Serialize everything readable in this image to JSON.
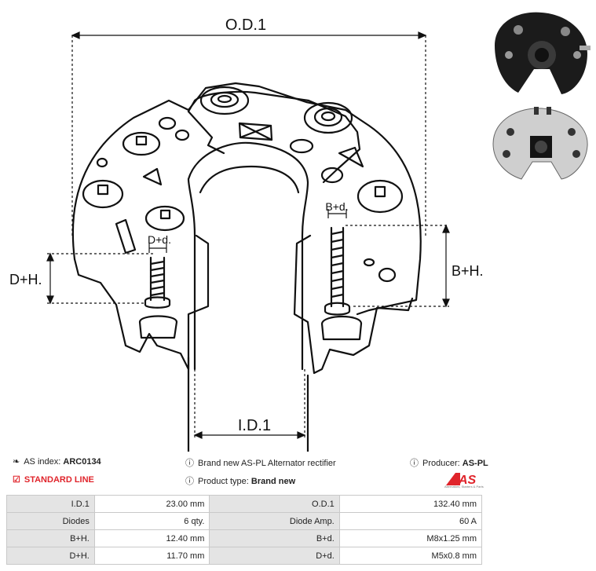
{
  "diagram": {
    "labels": {
      "od1": "O.D.1",
      "id1": "I.D.1",
      "bh": "B+H.",
      "dh": "D+H.",
      "bd": "B+d.",
      "dd": "D+d."
    }
  },
  "info": {
    "as_index_label": "AS index:",
    "as_index_value": "ARC0134",
    "description": "Brand new AS-PL Alternator rectifier",
    "producer_label": "Producer:",
    "producer_value": "AS-PL",
    "line": "STANDARD LINE",
    "product_type_label": "Product type:",
    "product_type_value": "Brand new",
    "logo_text": "AS",
    "logo_subtext": "Alternators, Starters & Parts"
  },
  "specs": [
    {
      "k1": "I.D.1",
      "v1": "23.00 mm",
      "k2": "O.D.1",
      "v2": "132.40 mm"
    },
    {
      "k1": "Diodes",
      "v1": "6 qty.",
      "k2": "Diode Amp.",
      "v2": "60 A"
    },
    {
      "k1": "B+H.",
      "v1": "12.40 mm",
      "k2": "B+d.",
      "v2": "M8x1.25 mm"
    },
    {
      "k1": "D+H.",
      "v1": "11.70 mm",
      "k2": "D+d.",
      "v2": "M5x0.8 mm"
    }
  ],
  "colors": {
    "accent_red": "#e0242b",
    "table_key_bg": "#e4e4e4",
    "table_border": "#c9c9c9"
  },
  "icons": [
    "tags-icon",
    "info-circle-icon",
    "check-square-icon"
  ]
}
